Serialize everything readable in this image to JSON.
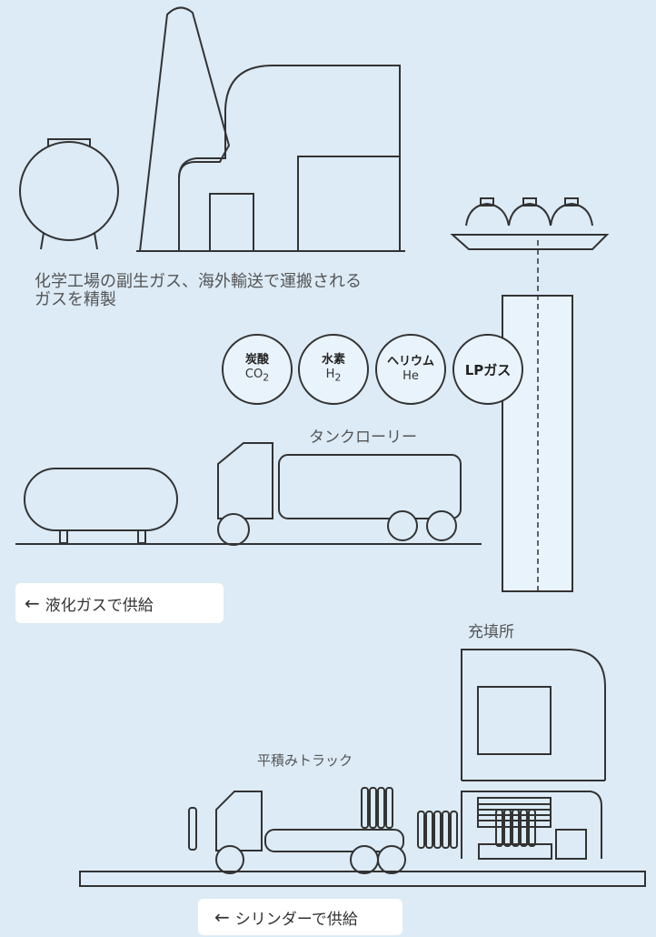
{
  "caption": "化学工場の副生ガス、海外輸送で運搬される\nガスを精製",
  "gases": [
    {
      "name": "炭酸",
      "formula_base": "CO",
      "formula_sub": "2"
    },
    {
      "name": "水素",
      "formula_base": "H",
      "formula_sub": "2"
    },
    {
      "name": "ヘリウム",
      "formula_base": "He",
      "formula_sub": ""
    },
    {
      "name": "LPガス",
      "formula_base": "",
      "formula_sub": ""
    }
  ],
  "labels": {
    "tank_lorry": "タンクローリー",
    "filling_station": "充填所",
    "flatbed_truck": "平積みトラック"
  },
  "supply": {
    "liquefied": "液化ガスで供給",
    "cylinder": "シリンダーで供給",
    "arrow": "←"
  },
  "colors": {
    "background": "#dcebf6",
    "line": "#333333",
    "label_box": "#ffffff"
  }
}
